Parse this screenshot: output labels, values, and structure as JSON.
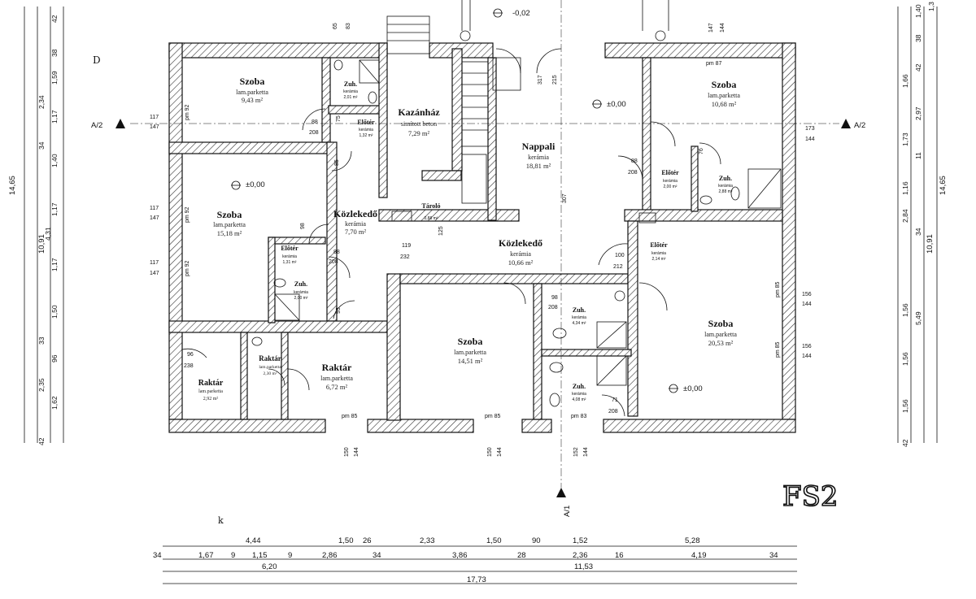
{
  "rooms": {
    "szoba_nw": {
      "name": "Szoba",
      "floor": "lam.parketta",
      "area": "9,43 m²"
    },
    "szoba_w": {
      "name": "Szoba",
      "floor": "lam.parketta",
      "area": "15,18 m²"
    },
    "kazanhaz": {
      "name": "Kazánház",
      "floor": "simított beton",
      "area": "7,29 m²"
    },
    "nappali": {
      "name": "Nappali",
      "floor": "kerámia",
      "area": "18,81 m²"
    },
    "szoba_ne": {
      "name": "Szoba",
      "floor": "lam.parketta",
      "area": "10,68 m²"
    },
    "kozlekedo_w": {
      "name": "Közlekedő",
      "floor": "kerámia",
      "area": "7,70 m²"
    },
    "kozlekedo_c": {
      "name": "Közlekedő",
      "floor": "kerámia",
      "area": "10,66 m²"
    },
    "szoba_c": {
      "name": "Szoba",
      "floor": "lam.parketta",
      "area": "14,51 m²"
    },
    "szoba_se": {
      "name": "Szoba",
      "floor": "lam.parketta",
      "area": "20,53 m²"
    },
    "raktar_sw": {
      "name": "Raktár",
      "floor": "lam.parketta",
      "area": "2,92 m²"
    },
    "raktar_s2": {
      "name": "Raktár",
      "floor": "lam.parketta",
      "area": "2,30 m²"
    },
    "raktar_s3": {
      "name": "Raktár",
      "floor": "lam.parketta",
      "area": "6,72 m²"
    },
    "zuh_nw": {
      "name": "Zuh.",
      "floor": "kerámia",
      "area": "2,01 m²"
    },
    "eloter_nw": {
      "name": "Előtér",
      "floor": "kerámia",
      "area": "1,32 m²"
    },
    "eloter_w": {
      "name": "Előtér",
      "floor": "kerámia",
      "area": "1,31 m²"
    },
    "zuh_w": {
      "name": "Zuh.",
      "floor": "kerámia",
      "area": "2,00 m²"
    },
    "tarolo": {
      "name": "Tároló",
      "floor": "",
      "area": "0,88 m²"
    },
    "eloter_ne": {
      "name": "Előtér",
      "floor": "kerámia",
      "area": "2,00 m²"
    },
    "zuh_ne": {
      "name": "Zuh.",
      "floor": "kerámia",
      "area": "2,88 m²"
    },
    "eloter_e": {
      "name": "Előtér",
      "floor": "kerámia",
      "area": "2,14 m²"
    },
    "zuh_c1": {
      "name": "Zuh.",
      "floor": "kerámia",
      "area": "4,34 m²"
    },
    "zuh_c2": {
      "name": "Zuh.",
      "floor": "kerámia",
      "area": "4,08 m²"
    }
  },
  "levels": {
    "entrance": "-0,02",
    "zero": "±0,00"
  },
  "section_marks": {
    "a2": "A/2",
    "a1": "A/1"
  },
  "handwritten": {
    "plan_code": "FS2",
    "corner_mark": "D",
    "corner_mark2": "k"
  },
  "bottom_dims": {
    "row1": [
      "4,44",
      "1,50",
      "26",
      "2,33",
      "1,50",
      "90",
      "1,52",
      "5,28"
    ],
    "row2": [
      "34",
      "1,67",
      "9",
      "1,15",
      "9",
      "2,86",
      "34",
      "3,86",
      "28",
      "2,36",
      "16",
      "4,19",
      "34"
    ],
    "row3": [
      "6,20",
      "11,53"
    ],
    "row4": [
      "17,73"
    ]
  },
  "left_dims": {
    "outer": "14,65",
    "mid": "10,91",
    "inner": [
      "42",
      "1,59",
      "38",
      "2,34",
      "1,17",
      "34",
      "1,40",
      "1,17",
      "4,31",
      "1,17",
      "1,50",
      "33",
      "96",
      "2,35",
      "1,62",
      "42"
    ]
  },
  "right_dims": {
    "outer": "14,65",
    "mid": "10,91",
    "inner": [
      "1,3",
      "1,40",
      "38",
      "42",
      "1,66",
      "1,73",
      "2,97",
      "11",
      "1,16",
      "2,84",
      "34",
      "5,49",
      "1,56",
      "1,56",
      "1,56",
      "42"
    ]
  },
  "openings": {
    "w1_top": "117",
    "w1_bot": "147",
    "w2_top": "117",
    "w2_bot": "147",
    "w3_top": "117",
    "w3_bot": "147",
    "pm92": "pm 92",
    "top_65": "65",
    "top_83": "83",
    "top_317": "317",
    "top_215": "215",
    "top_147": "147",
    "top_144": "144",
    "pm87": "pm 87",
    "r173": "173",
    "r144": "144",
    "r156a": "156",
    "r144a": "144",
    "r156b": "156",
    "r144b": "144",
    "pm85": "pm 85",
    "b150a": "150",
    "b144a": "144",
    "b150b": "150",
    "b144b": "144",
    "b152": "152",
    "b144c": "144",
    "pm83": "pm 83",
    "d88": "88",
    "d208": "208",
    "d75": "75",
    "d85": "85",
    "d98": "98",
    "d95": "95",
    "d96": "96",
    "d238": "238",
    "d71": "71",
    "d100": "100",
    "d212": "212",
    "d119": "119",
    "d232": "232",
    "d76": "76",
    "d307": "307",
    "d125": "125"
  }
}
